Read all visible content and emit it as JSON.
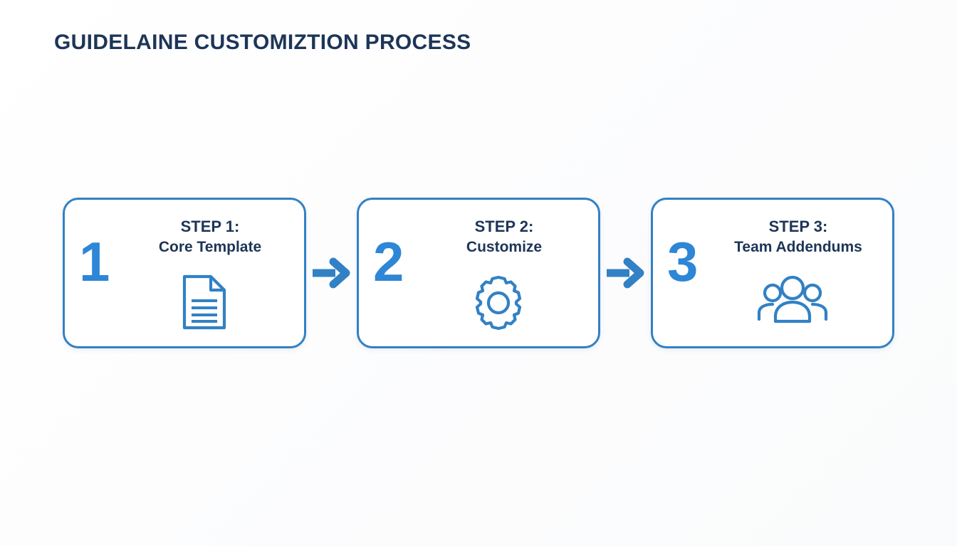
{
  "page": {
    "title": "GUIDELAINE CUSTOMIZTION PROCESS",
    "background_color": "#fdfdfe",
    "accent_color": "#3281c4",
    "number_color": "#2e86d6",
    "text_color": "#1d3557"
  },
  "flow": {
    "steps": [
      {
        "number": "1",
        "heading": "STEP 1:",
        "subheading": "Core Template",
        "icon": "document-icon"
      },
      {
        "number": "2",
        "heading": "STEP 2:",
        "subheading": "Customize",
        "icon": "gear-icon"
      },
      {
        "number": "3",
        "heading": "STEP 3:",
        "subheading": "Team Addendums",
        "icon": "team-icon"
      }
    ],
    "connectors": [
      {
        "icon": "arrow-right-icon"
      },
      {
        "icon": "arrow-right-icon"
      }
    ]
  }
}
